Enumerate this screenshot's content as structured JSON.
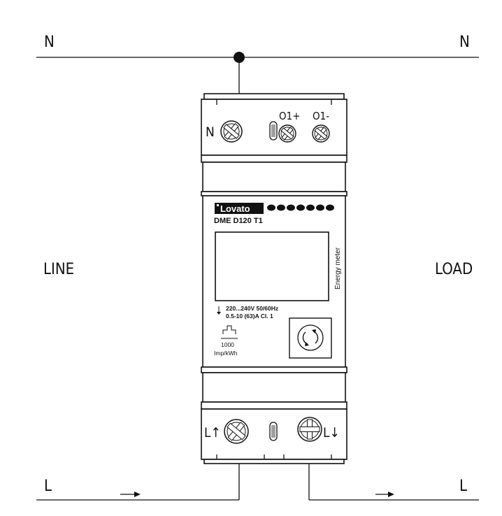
{
  "labels": {
    "n_left": "N",
    "n_right": "N",
    "line": "LINE",
    "load": "LOAD",
    "l_left": "L",
    "l_right": "L"
  },
  "meter": {
    "brand": "Lovato",
    "model": "DME D120 T1",
    "side_label": "Energy meter",
    "spec_line1": "220...240V 50/60Hz",
    "spec_line2": "0.5-10 (63)A Cl. 1",
    "pulse_value": "1000",
    "pulse_unit": "Imp/kWh"
  },
  "terminals": {
    "top_n": "N",
    "out_plus": "O1+",
    "out_minus": "O1-",
    "bottom_in": "L↑",
    "bottom_out": "L↓"
  }
}
